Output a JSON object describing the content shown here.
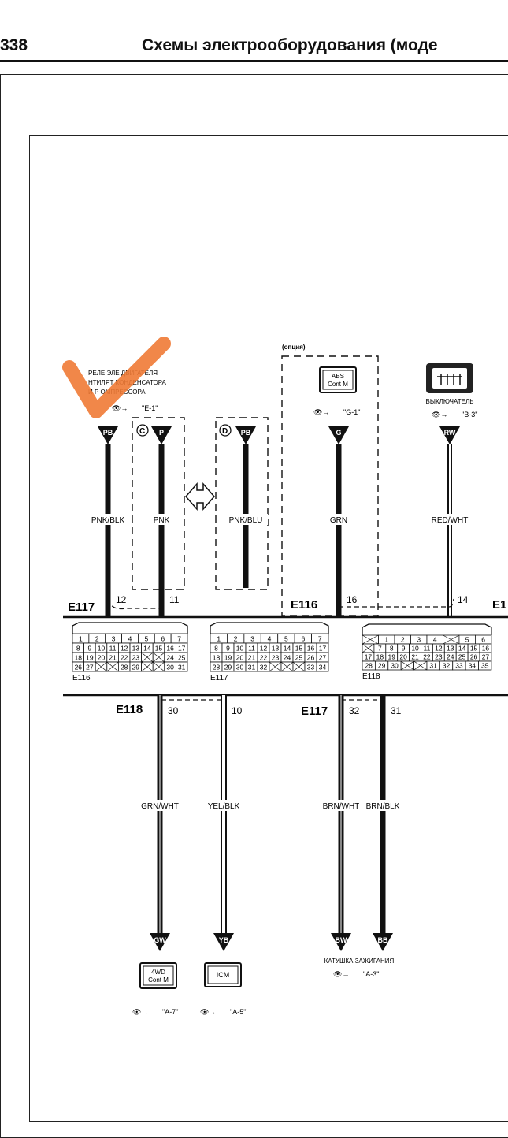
{
  "header": {
    "page_number": "338",
    "title": "Схемы электрооборудования (моде"
  },
  "components": {
    "relay": {
      "line1": "РЕЛЕ ЭЛЕ   ДВИГАТЕЛЯ",
      "line2": "НТИЛЯТ   КОНДЕНСАТОРА",
      "line3": "И Р    ОМПРЕССОРА",
      "ref": "\"E-1\""
    },
    "abs": {
      "option": "(опция)",
      "box_line1": "ABS",
      "box_line2": "Cont M",
      "ref": "\"G-1\""
    },
    "switch": {
      "label": "ВЫКЛЮЧАТЕЛЬ",
      "ref": "\"B-3\""
    },
    "fwd": {
      "box_line1": "4WD",
      "box_line2": "Cont M",
      "ref": "\"A-7\""
    },
    "icm": {
      "box": "ICM",
      "ref": "\"A-5\""
    },
    "coil": {
      "label": "КАТУШКА ЗАЖИГАНИЯ",
      "ref": "\"A-3\""
    }
  },
  "markers": {
    "c": "C",
    "d": "D"
  },
  "wires_top": [
    {
      "code": "PB",
      "color": "PNK/BLK",
      "pin": "12"
    },
    {
      "code": "P",
      "color": "PNK",
      "pin": "11"
    },
    {
      "code": "PB",
      "color": "PNK/BLU",
      "pin": ""
    },
    {
      "code": "G",
      "color": "GRN",
      "pin": "16"
    },
    {
      "code": "RW",
      "color": "RED/WHT",
      "pin": "14"
    }
  ],
  "wires_bottom": [
    {
      "code": "GW",
      "color": "GRN/WHT",
      "pin": "30"
    },
    {
      "code": "YB",
      "color": "YEL/BLK",
      "pin": "10"
    },
    {
      "code": "BW",
      "color": "BRN/WHT",
      "pin": "32"
    },
    {
      "code": "BB",
      "color": "BRN/BLK",
      "pin": "31"
    }
  ],
  "connectors": {
    "top_left": "E117",
    "top_mid": "E116",
    "top_right": "E1",
    "bottom_left": "E118",
    "bottom_mid": "E117",
    "e116": {
      "label": "E116",
      "rows": [
        [
          "1",
          "2",
          "3",
          "4",
          "5",
          "6",
          "7"
        ],
        [
          "8",
          "9",
          "10",
          "11",
          "12",
          "13",
          "14",
          "15",
          "16",
          "17"
        ],
        [
          "18",
          "19",
          "20",
          "21",
          "22",
          "23",
          "",
          "",
          "24",
          "25"
        ],
        [
          "26",
          "27",
          "",
          "",
          "28",
          "29",
          "",
          "",
          "30",
          "31"
        ]
      ]
    },
    "e117": {
      "label": "E117",
      "rows": [
        [
          "1",
          "2",
          "3",
          "4",
          "5",
          "6",
          "7"
        ],
        [
          "8",
          "9",
          "10",
          "11",
          "12",
          "13",
          "14",
          "15",
          "16",
          "17"
        ],
        [
          "18",
          "19",
          "20",
          "21",
          "22",
          "23",
          "24",
          "25",
          "26",
          "27"
        ],
        [
          "28",
          "29",
          "30",
          "31",
          "32",
          "",
          "",
          "",
          "33",
          "34"
        ]
      ]
    },
    "e118": {
      "label": "E118",
      "rows": [
        [
          "",
          "1",
          "2",
          "3",
          "4",
          "",
          "5",
          "6"
        ],
        [
          "",
          "7",
          "8",
          "9",
          "10",
          "11",
          "12",
          "13",
          "14",
          "15",
          "16"
        ],
        [
          "17",
          "18",
          "19",
          "20",
          "21",
          "22",
          "23",
          "24",
          "25",
          "26",
          "27"
        ],
        [
          "28",
          "29",
          "30",
          "",
          "",
          "31",
          "32",
          "33",
          "34",
          "35"
        ]
      ]
    }
  },
  "colors": {
    "annotation": "#ef7a35",
    "line": "#111111",
    "paper": "#ffffff"
  }
}
